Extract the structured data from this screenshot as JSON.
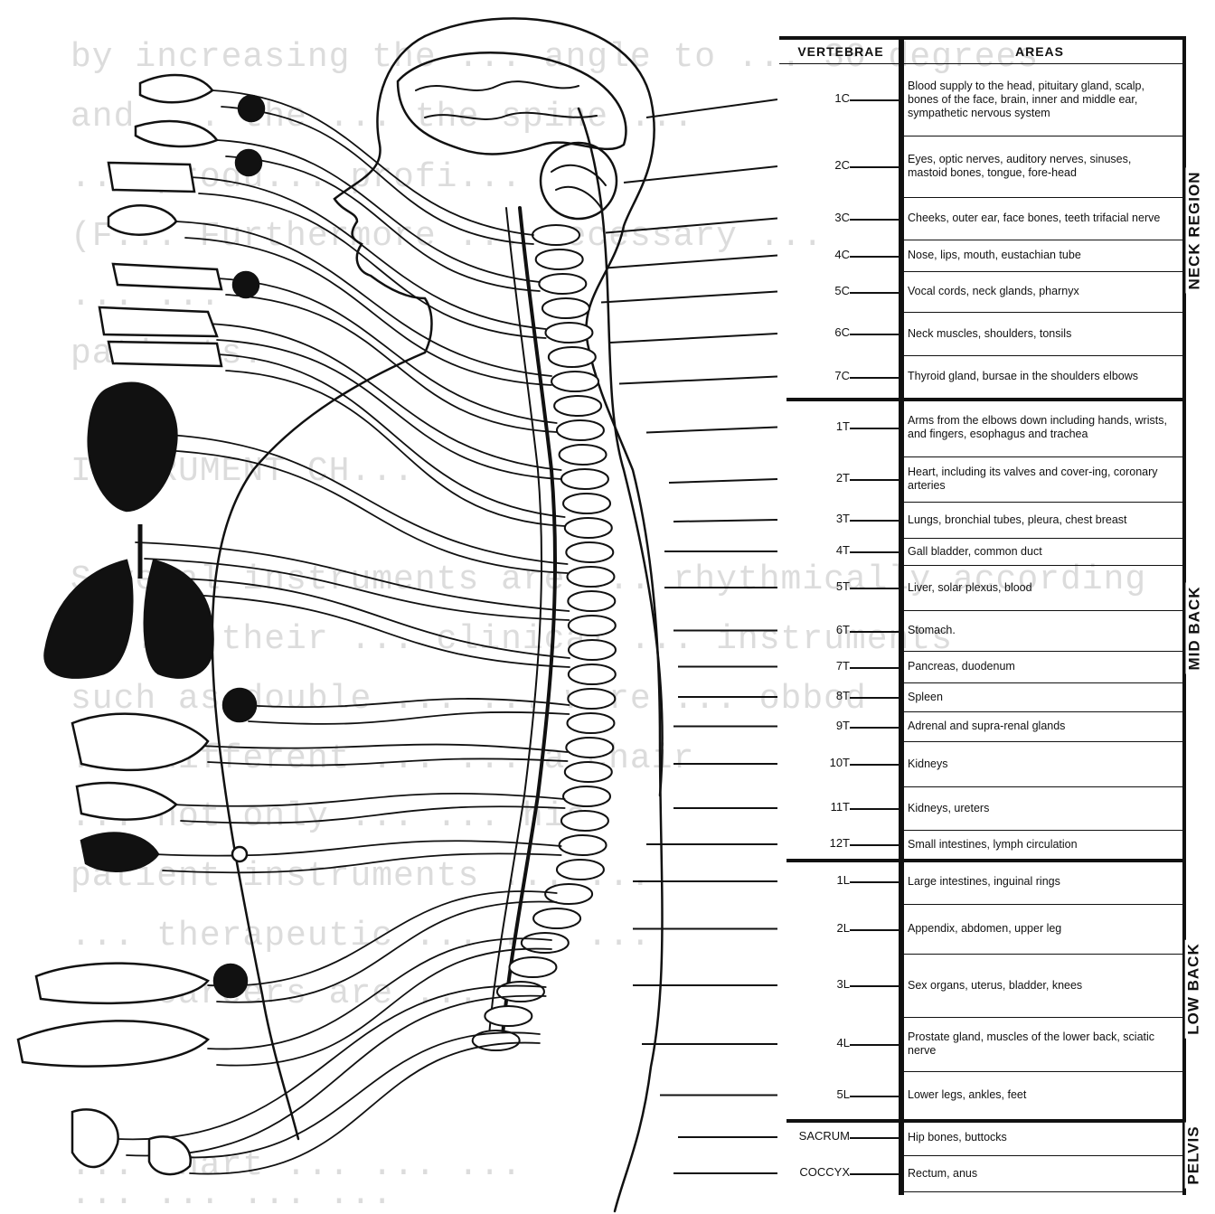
{
  "background_text": [
    "by increasing the ... angle to ... 30 degrees",
    "and ... the ... the spine ...",
    "... produ... profi...",
    "(F... Furthermore ... necessary ...",
    "... ...",
    "patients.",
    "INSTRUMENT CH...",
    "Several instruments are ... rhythmically according",
    "to ... their ... clinical ... instruments",
    "such as double ... ... were ... obbod",
    "... different ... ... a chair",
    "... not only ... ... his",
    "patient instruments ... ...",
    "... therapeutic ... ... ...",
    "... careers are ...",
    "... chart ... ... ...",
    "... ... ... ..."
  ],
  "chart": {
    "header": {
      "vertebrae": "VERTEBRAE",
      "areas": "AREAS"
    },
    "rows": [
      {
        "v": "1C",
        "area": "Blood supply to the head, pituitary gland, scalp, bones of the face, brain, inner and middle ear, sympathetic nervous system"
      },
      {
        "v": "2C",
        "area": "Eyes, optic nerves, auditory nerves, sinuses, mastoid bones, tongue, fore-head"
      },
      {
        "v": "3C",
        "area": "Cheeks, outer ear, face bones, teeth trifacial nerve"
      },
      {
        "v": "4C",
        "area": "Nose, lips, mouth, eustachian tube"
      },
      {
        "v": "5C",
        "area": "Vocal cords, neck glands, pharnyx"
      },
      {
        "v": "6C",
        "area": "Neck muscles, shoulders, tonsils"
      },
      {
        "v": "7C",
        "area": "Thyroid gland, bursae in the shoulders elbows"
      },
      {
        "v": "1T",
        "area": "Arms from the elbows down including hands, wrists, and fingers, esophagus and trachea"
      },
      {
        "v": "2T",
        "area": "Heart, including its valves and cover-ing, coronary arteries"
      },
      {
        "v": "3T",
        "area": "Lungs, bronchial tubes, pleura, chest breast"
      },
      {
        "v": "4T",
        "area": "Gall bladder, common duct"
      },
      {
        "v": "5T",
        "area": "Liver, solar plexus, blood"
      },
      {
        "v": "6T",
        "area": "Stomach."
      },
      {
        "v": "7T",
        "area": "Pancreas, duodenum"
      },
      {
        "v": "8T",
        "area": "Spleen"
      },
      {
        "v": "9T",
        "area": "Adrenal and supra-renal glands"
      },
      {
        "v": "10T",
        "area": "Kidneys"
      },
      {
        "v": "11T",
        "area": "Kidneys, ureters"
      },
      {
        "v": "12T",
        "area": "Small intestines, lymph circulation"
      },
      {
        "v": "1L",
        "area": "Large intestines, inguinal rings"
      },
      {
        "v": "2L",
        "area": "Appendix, abdomen, upper leg"
      },
      {
        "v": "3L",
        "area": "Sex organs, uterus, bladder, knees"
      },
      {
        "v": "4L",
        "area": "Prostate gland, muscles of the lower back, sciatic nerve"
      },
      {
        "v": "5L",
        "area": "Lower legs, ankles, feet"
      },
      {
        "v": "SACRUM",
        "area": "Hip bones, buttocks"
      },
      {
        "v": "COCCYX",
        "area": "Rectum, anus"
      }
    ],
    "regions": [
      {
        "label": "NECK REGION"
      },
      {
        "label": "MID BACK"
      },
      {
        "label": "LOW BACK"
      },
      {
        "label": "PELVIS"
      }
    ]
  },
  "colors": {
    "ink": "#111111",
    "paper": "#ffffff",
    "bleed_through": "#dcdcdc"
  }
}
